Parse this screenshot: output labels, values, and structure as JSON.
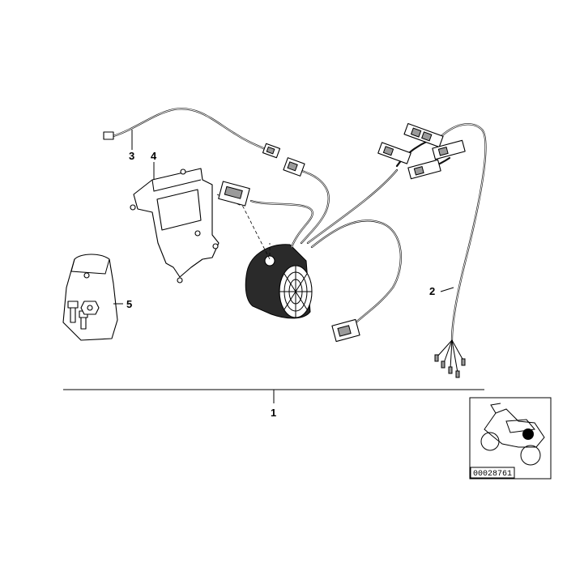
{
  "callouts": {
    "c1": "1",
    "c2": "2",
    "c3": "3",
    "c4": "4",
    "c5": "5"
  },
  "inset": {
    "reference_code": "00028761"
  }
}
